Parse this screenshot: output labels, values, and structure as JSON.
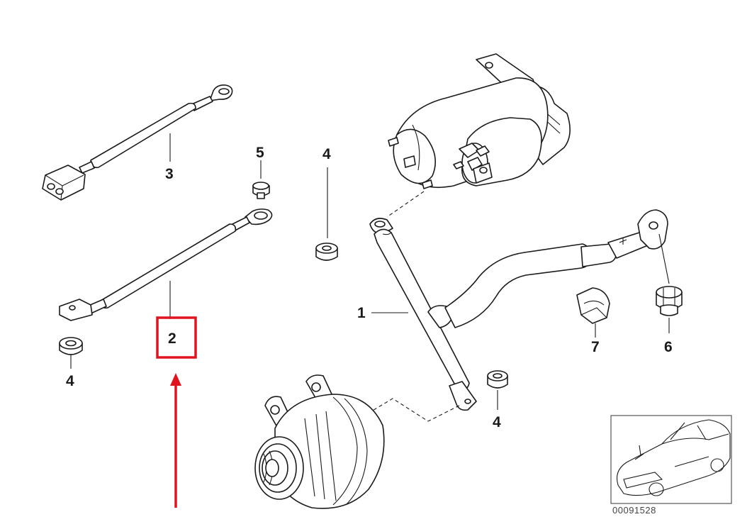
{
  "labels": {
    "l1": "1",
    "l2": "2",
    "l3": "3",
    "l4a": "4",
    "l4b": "4",
    "l4c": "4",
    "l5": "5",
    "l6": "6",
    "l7": "7"
  },
  "inset": {
    "code": "00091528"
  },
  "highlight": {
    "color": "#e0141e"
  }
}
